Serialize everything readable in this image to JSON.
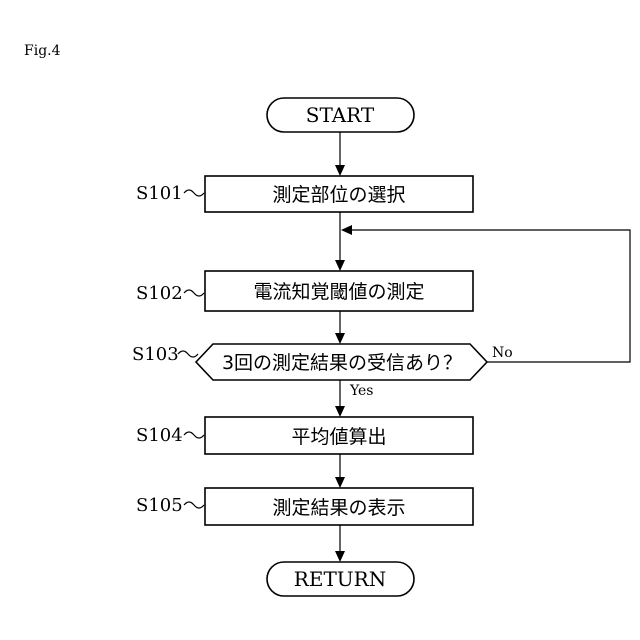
{
  "figure_label": "Fig.4",
  "nodes": {
    "start": "START",
    "s101": {
      "step": "S101",
      "text": "測定部位の選択"
    },
    "s102": {
      "step": "S102",
      "text": "電流知覚閾値の測定"
    },
    "s103": {
      "step": "S103",
      "text": "3回の測定結果の受信あり？"
    },
    "s104": {
      "step": "S104",
      "text": "平均値算出"
    },
    "s105": {
      "step": "S105",
      "text": "測定結果の表示"
    },
    "end": "RETURN"
  },
  "branches": {
    "yes": "Yes",
    "no": "No"
  }
}
